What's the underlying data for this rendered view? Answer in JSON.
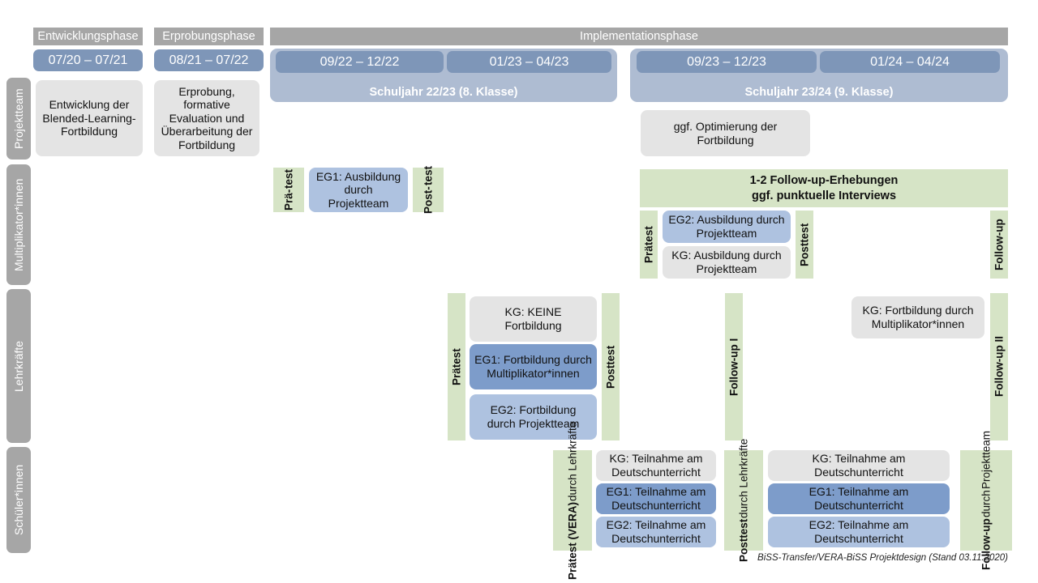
{
  "phases": [
    {
      "label": "Entwicklungsphase"
    },
    {
      "label": "Erprobungsphase"
    },
    {
      "label": "Implementationsphase"
    }
  ],
  "periods": [
    {
      "label": "07/20 – 07/21"
    },
    {
      "label": "08/21 – 07/22"
    },
    {
      "label": "09/22 – 12/22"
    },
    {
      "label": "01/23 – 04/23"
    },
    {
      "label": "09/23 – 12/23"
    },
    {
      "label": "01/24 – 04/24"
    }
  ],
  "school_years": [
    {
      "label": "Schuljahr 22/23 (8. Klasse)"
    },
    {
      "label": "Schuljahr 23/24 (9. Klasse)"
    }
  ],
  "rows": [
    {
      "id": "projektteam",
      "label": "Projektteam"
    },
    {
      "id": "multiplikatorinnen",
      "label": "Multiplikator*innen"
    },
    {
      "id": "lehrkraefte",
      "label": "Lehrkräfte"
    },
    {
      "id": "schuelerinnen",
      "label": "Schüler*innen"
    }
  ],
  "projektteam": {
    "entwicklung": "Entwicklung der Blended-Learning-Fortbildung",
    "erprobung": "Erprobung, formative Evaluation und Überarbeitung der Fortbildung",
    "optimierung": "ggf. Optimierung der Fortbildung"
  },
  "multiplikatoren": {
    "praetest_1_line1": "Prä-",
    "praetest_1_line2": "test",
    "eg1": "EG1: Ausbildung durch Projektteam",
    "posttest_1_line1": "Post-",
    "posttest_1_line2": "test",
    "follow_up_banner": "1-2 Follow-up-Erhebungen ggf. punktuelle Interviews",
    "follow_up_banner_line1": "1-2 Follow-up-Erhebungen",
    "follow_up_banner_line2": "ggf. punktuelle Interviews",
    "praetest_2": "Prätest",
    "eg2": "EG2: Ausbildung durch Projektteam",
    "kg": "KG: Ausbildung durch Projektteam",
    "posttest_2": "Posttest",
    "follow_up": "Follow-up"
  },
  "lehrkraefte": {
    "praetest": "Prätest",
    "kg": "KG:  KEINE Fortbildung",
    "eg1": "EG1: Fortbildung durch Multiplikator*innen",
    "eg2": "EG2: Fortbildung durch Projektteam",
    "posttest": "Posttest",
    "follow_up_1": "Follow-up I",
    "kg_fortbildung": "KG: Fortbildung durch Multiplikator*innen",
    "follow_up_2": "Follow-up II"
  },
  "schueler": {
    "praetest_bold": "Prätest (VERA)",
    "praetest_sub": "durch Lehrkräfte",
    "kg_1": "KG: Teilnahme am Deutschunterricht",
    "eg1_1": "EG1: Teilnahme am Deutschunterricht",
    "eg2_1": "EG2: Teilnahme am Deutschunterricht",
    "posttest_bold": "Posttest",
    "posttest_sub": "durch Lehrkräfte",
    "kg_2": "KG: Teilnahme am Deutschunterricht",
    "eg1_2": "EG1: Teilnahme am Deutschunterricht",
    "eg2_2": "EG2: Teilnahme am Deutschunterricht",
    "followup_bold": "Follow-up",
    "followup_sub1": "durch",
    "followup_sub2": "Projektteam"
  },
  "footer": {
    "note": "BiSS-Transfer/VERA-BiSS Projektdesign (Stand 03.11.2020)"
  },
  "colors": {
    "grey_header": "#a6a6a6",
    "date_pill": "#7e96b8",
    "schoolyear": "#aebcd2",
    "grey_box": "#e4e4e4",
    "blue_light": "#aec2e0",
    "blue_dark": "#7d9cca",
    "green": "#d6e4c6"
  }
}
